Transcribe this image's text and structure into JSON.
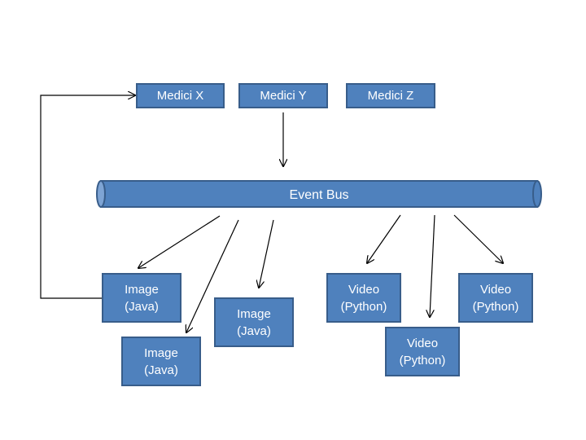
{
  "medici": [
    {
      "label": "Medici X"
    },
    {
      "label": "Medici Y"
    },
    {
      "label": "Medici Z"
    }
  ],
  "bus": {
    "label": "Event Bus"
  },
  "workers": [
    {
      "line1": "Image",
      "line2": "(Java)"
    },
    {
      "line1": "Image",
      "line2": "(Java)"
    },
    {
      "line1": "Image",
      "line2": "(Java)"
    },
    {
      "line1": "Video",
      "line2": "(Python)"
    },
    {
      "line1": "Video",
      "line2": "(Python)"
    },
    {
      "line1": "Video",
      "line2": "(Python)"
    }
  ],
  "colors": {
    "box_fill": "#4f81bd",
    "box_border": "#385d8a",
    "text": "#ffffff",
    "line": "#000000"
  }
}
